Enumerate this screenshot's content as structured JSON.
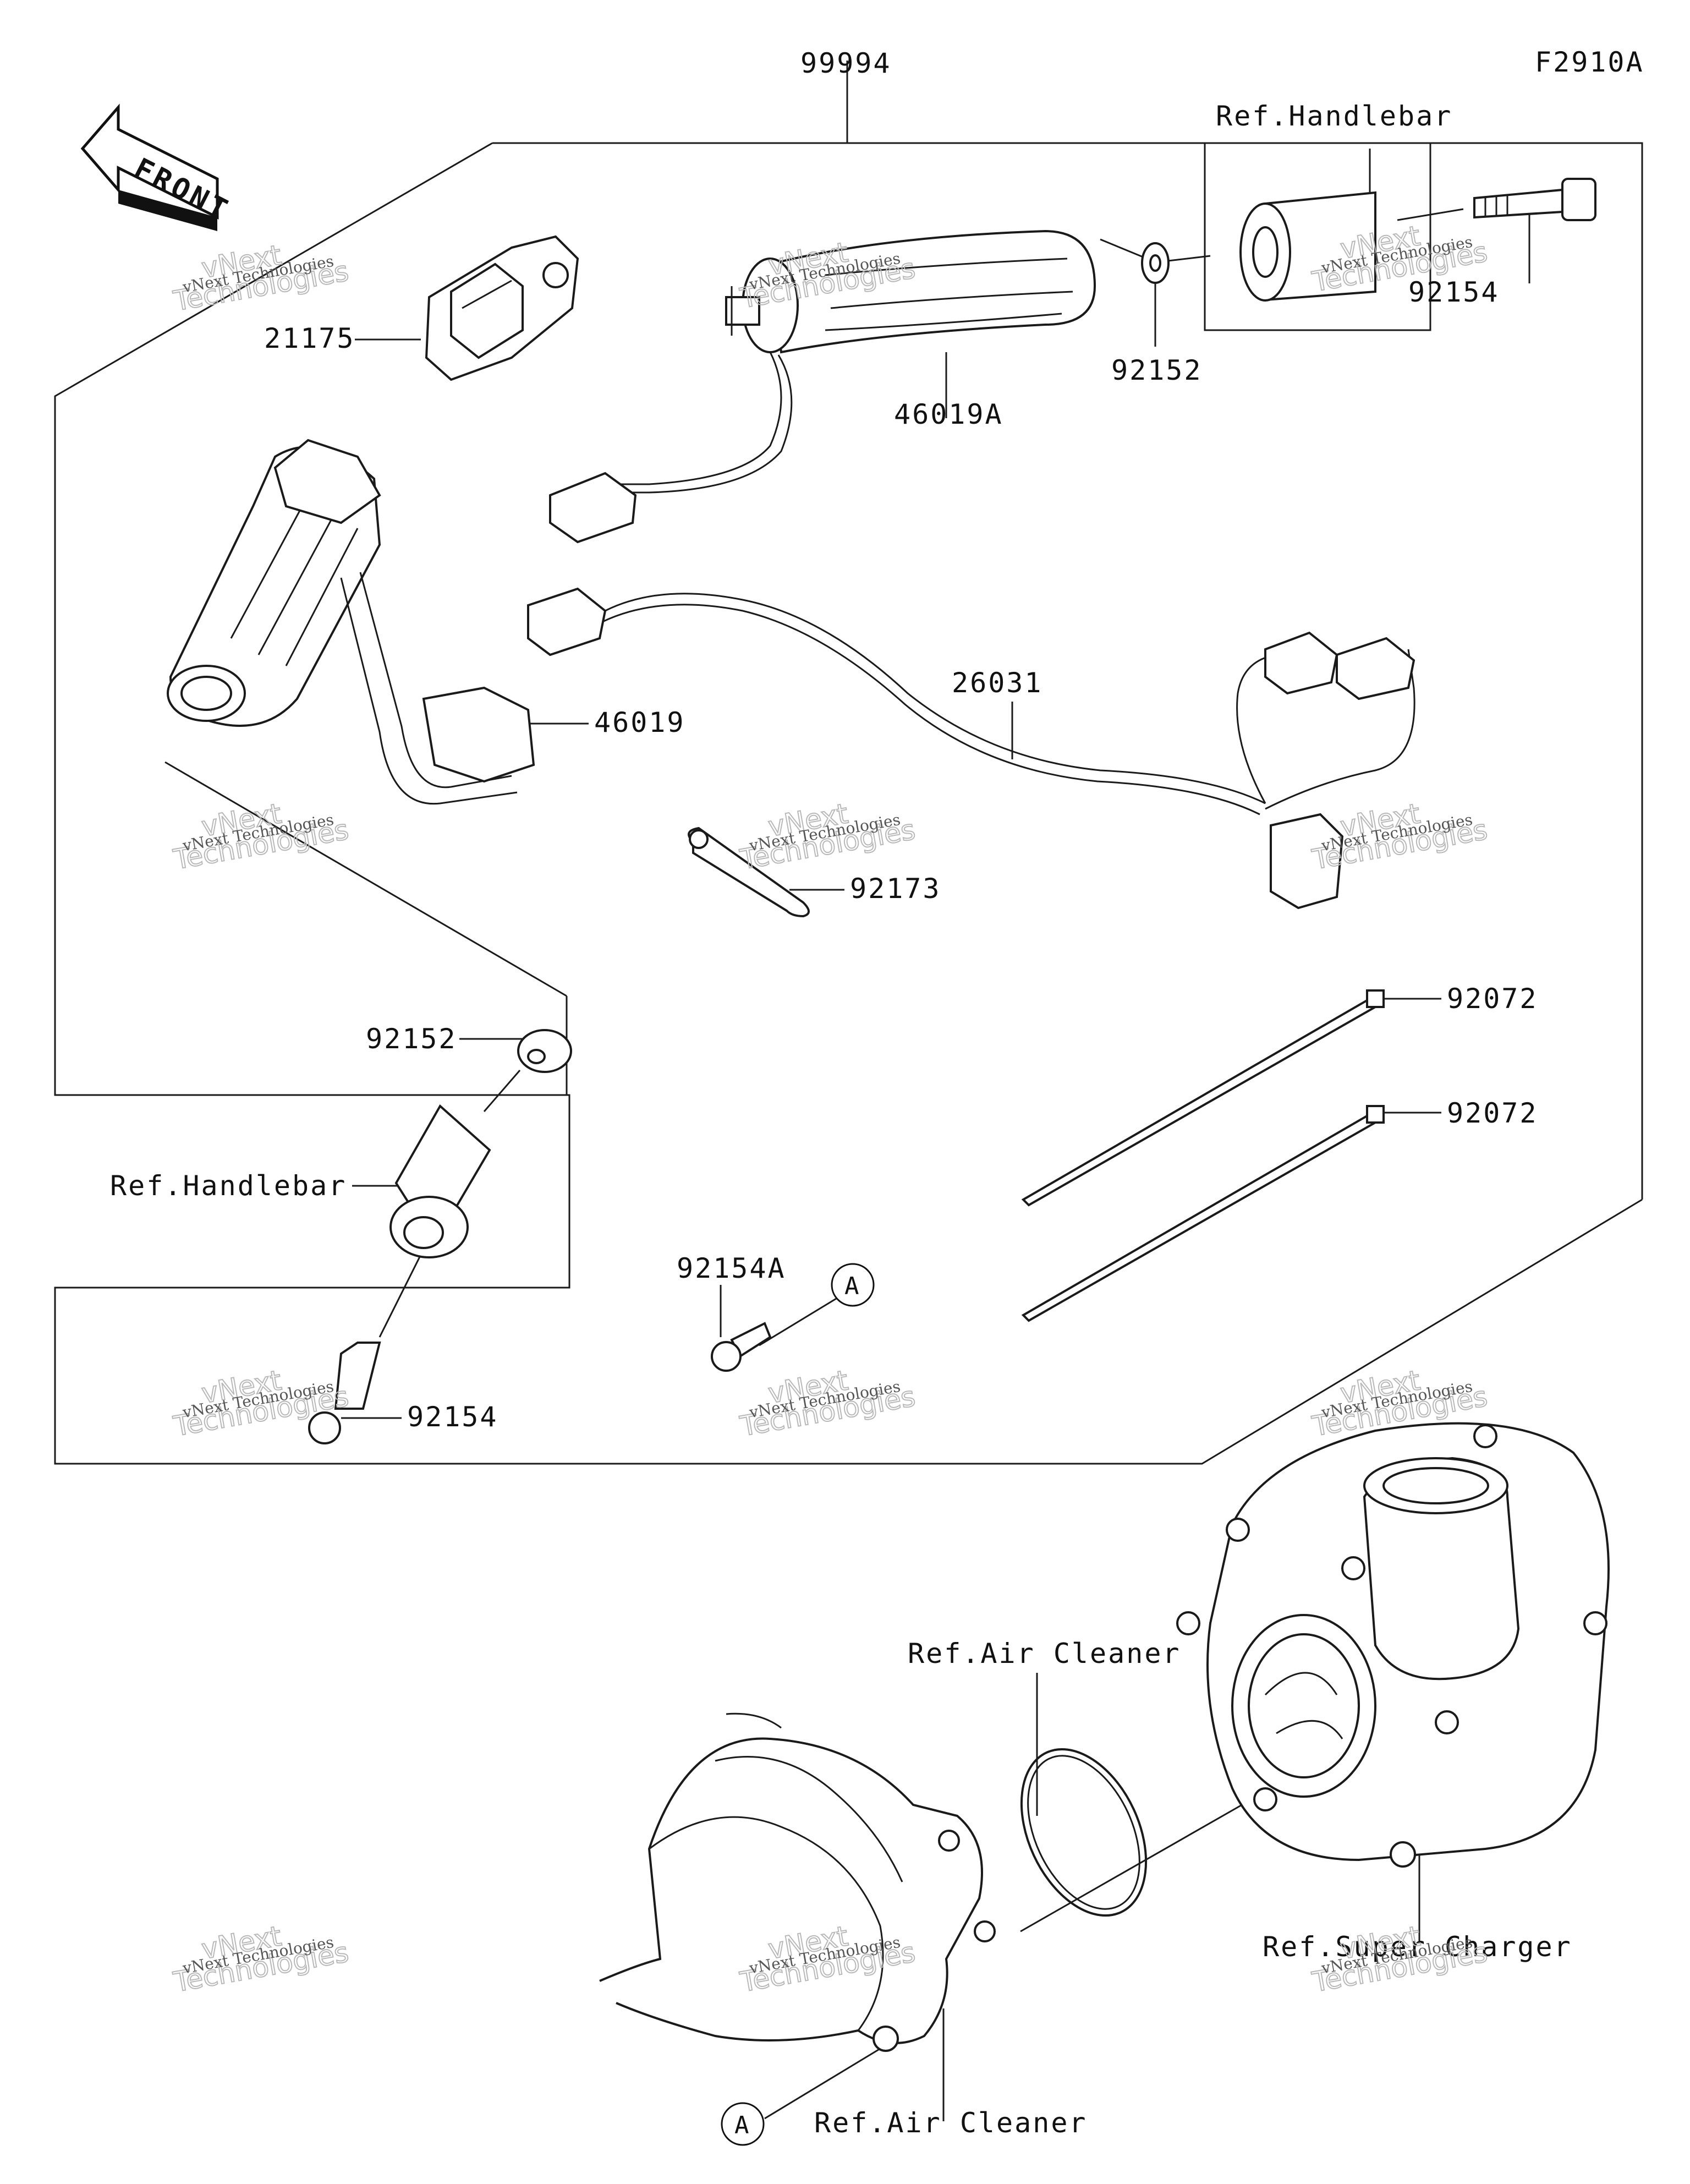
{
  "figure_code": "F2910A",
  "front_arrow_label": "FRONT",
  "watermark": {
    "line1": "vNext Technologies",
    "line2": "vNext",
    "line3": "Technologies"
  },
  "callout_a": "A",
  "labels": {
    "kit": "99994",
    "handlebar_top": "Ref.Handlebar",
    "bolt_top": "92154",
    "collar_top": "92152",
    "grip_right": "46019A",
    "connector": "21175",
    "grip_left": "46019",
    "harness": "26031",
    "clamp": "92173",
    "band_1": "92072",
    "band_2": "92072",
    "collar_left": "92152",
    "handlebar_left": "Ref.Handlebar",
    "bolt_a": "92154A",
    "bolt_left": "92154",
    "air_cleaner_top": "Ref.Air Cleaner",
    "super_charger": "Ref.Super Charger",
    "air_cleaner_bottom": "Ref.Air Cleaner"
  }
}
